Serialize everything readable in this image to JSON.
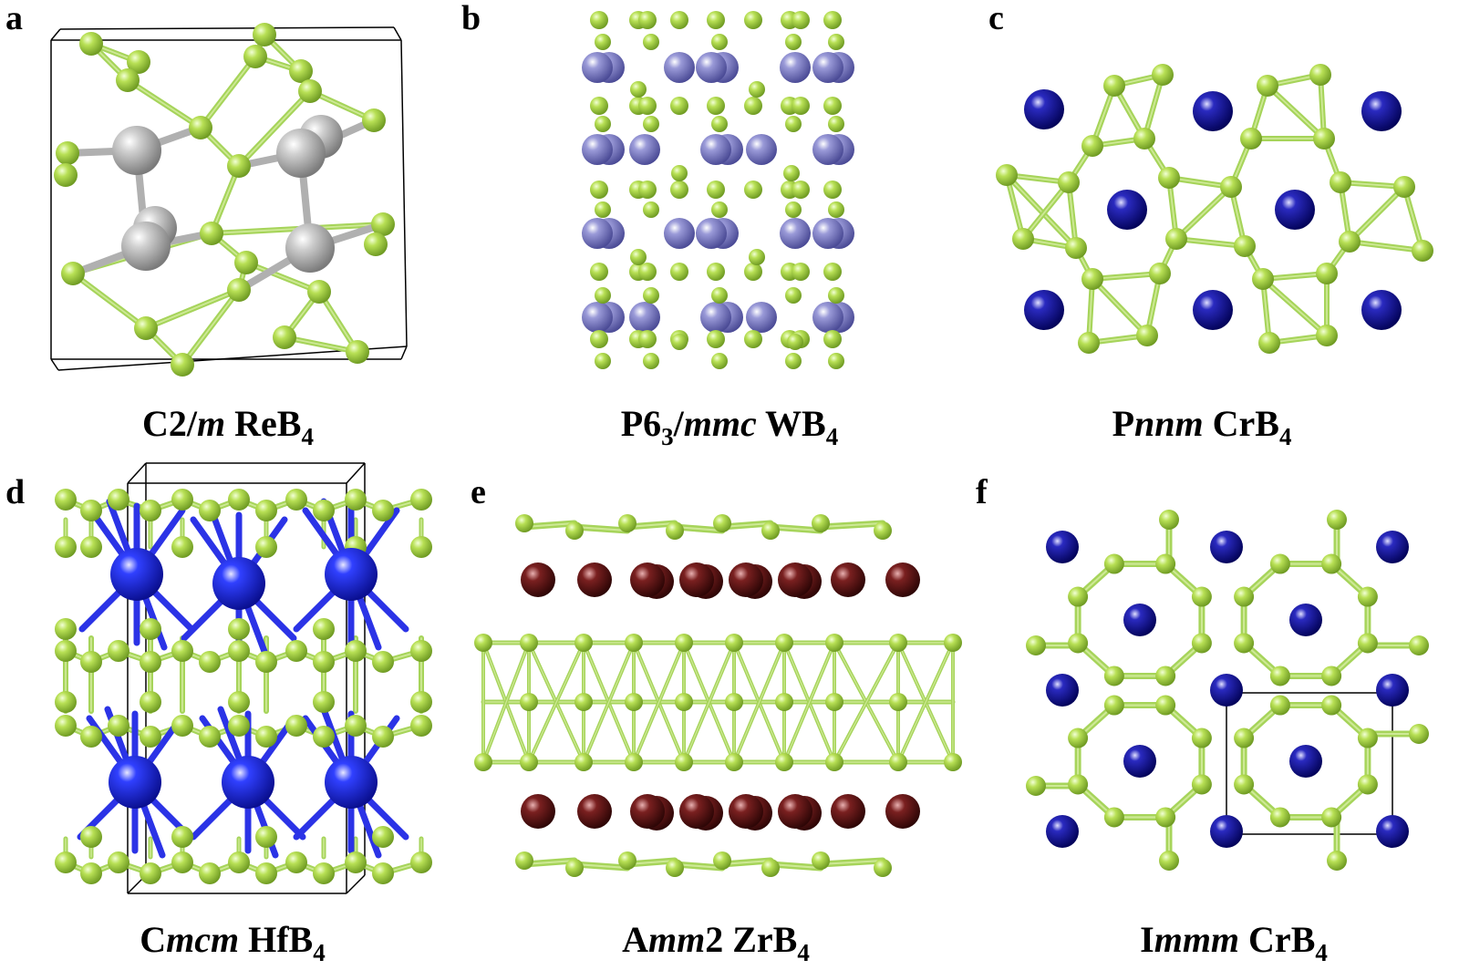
{
  "colors": {
    "boron": "#9ACD32",
    "boron_bond": "#A6D45A",
    "re": "#A8A8A8",
    "w": "#7777C2",
    "cr": "#0B0B96",
    "hf": "#1E25E0",
    "zr": "#5A1515",
    "cell_line": "#000000"
  },
  "panels": [
    {
      "letter": "a",
      "caption": {
        "pre": "C2/",
        "it": "m",
        "post": " ReB",
        "sub": "4"
      },
      "metal_color_key": "re"
    },
    {
      "letter": "b",
      "caption": {
        "pre": "P6",
        "sub1": "3",
        "slash": "/",
        "it": "mmc",
        "post": " WB",
        "sub": "4"
      },
      "metal_color_key": "w"
    },
    {
      "letter": "c",
      "caption": {
        "pre": "P",
        "it": "nnm",
        "post": " CrB",
        "sub": "4"
      },
      "metal_color_key": "cr"
    },
    {
      "letter": "d",
      "caption": {
        "pre": "C",
        "it": "mcm",
        "post": " HfB",
        "sub": "4"
      },
      "metal_color_key": "hf"
    },
    {
      "letter": "e",
      "caption": {
        "pre": "A",
        "it": "mm",
        "post": "2 ZrB",
        "sub": "4"
      },
      "metal_color_key": "zr"
    },
    {
      "letter": "f",
      "caption": {
        "pre": "I",
        "it": "mmm",
        "post": " CrB",
        "sub": "4"
      },
      "metal_color_key": "cr"
    }
  ]
}
